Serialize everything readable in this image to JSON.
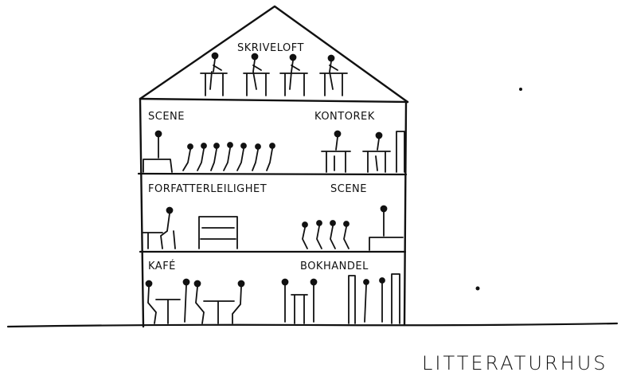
{
  "building": {
    "attic": {
      "label": "SKRIVELOFT"
    },
    "floor3": {
      "left_label": "SCENE",
      "right_label": "KONTOREK"
    },
    "floor2": {
      "left_label": "FORFATTERLEILIGHET",
      "right_label": "SCENE"
    },
    "floor1": {
      "left_label": "KAFÉ",
      "right_label": "BOKHANDEL"
    }
  },
  "caption": "LITTERATURHUS",
  "colors": {
    "ink": "#111111",
    "paper": "#ffffff"
  }
}
